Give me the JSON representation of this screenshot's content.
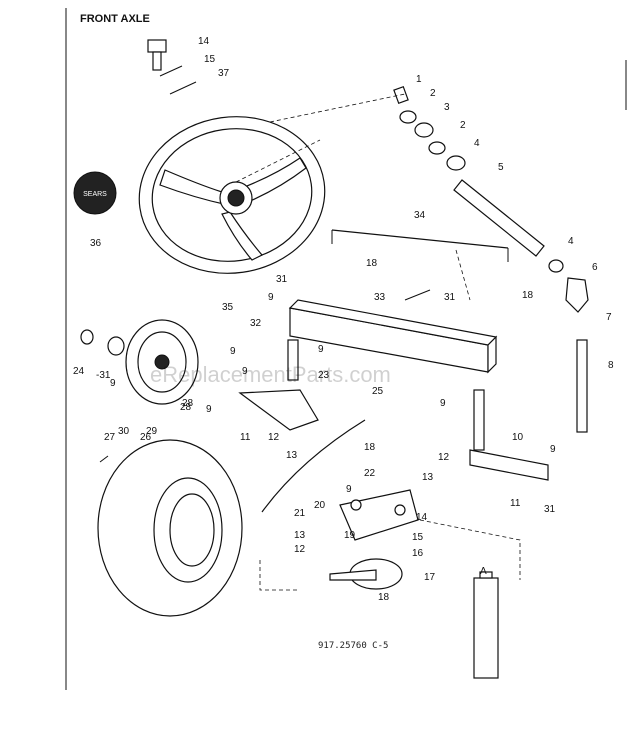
{
  "title": "FRONT AXLE",
  "reference_code": "917.25760  C-5",
  "watermark": "eReplacementParts.com",
  "emblem_text": "SEARS",
  "colors": {
    "ink": "#111111",
    "paper": "#ffffff"
  },
  "callouts": [
    "14",
    "15",
    "37",
    "1",
    "2",
    "3",
    "2",
    "4",
    "5",
    "36",
    "35",
    "34",
    "18",
    "31",
    "9",
    "33",
    "31",
    "18",
    "4",
    "6",
    "7",
    "32",
    "9",
    "9",
    "23",
    "9",
    "25",
    "24",
    "-31",
    "9",
    "28",
    "30",
    "29",
    "28",
    "9",
    "11",
    "12",
    "13",
    "8",
    "27",
    "26",
    "9",
    "10",
    "13",
    "12",
    "11",
    "9",
    "31",
    "18",
    "22",
    "9",
    "20",
    "14",
    "21",
    "13",
    "19",
    "15",
    "12",
    "16",
    "17",
    "18",
    "A"
  ]
}
